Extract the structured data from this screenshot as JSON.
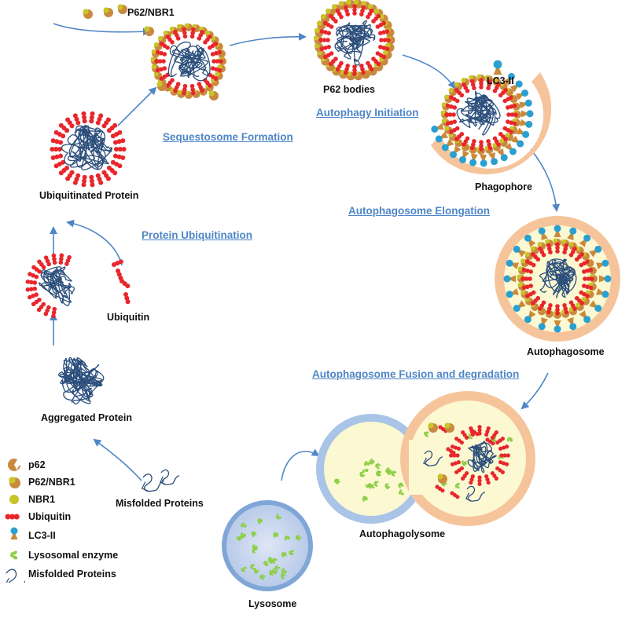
{
  "labels": {
    "p62_nbr1_top": "P62/NBR1",
    "p62_bodies": "P62 bodies",
    "lc3_ii_top": "LC3-II",
    "phagophore": "Phagophore",
    "ubiquitinated_protein": "Ubiquitinated Protein",
    "ubiquitin": "Ubiquitin",
    "aggregated_protein": "Aggregated Protein",
    "misfolded_proteins": "Misfolded Proteins",
    "autophagosome": "Autophagosome",
    "autophagolysome": "Autophagolysome",
    "lysosome": "Lysosome"
  },
  "steps": {
    "sequestosome_formation": "Sequestosome Formation",
    "autophagy_initiation": "Autophagy Initiation",
    "protein_ubiquitination": "Protein Ubiquitination",
    "autophagosome_elongation": "Autophagosome Elongation",
    "autophagosome_fusion": "Autophagosome Fusion and degradation"
  },
  "legend": [
    {
      "icon": "p62-icon",
      "label": "p62"
    },
    {
      "icon": "p62-nbr1-icon",
      "label": "P62/NBR1"
    },
    {
      "icon": "nbr1-icon",
      "label": "NBR1"
    },
    {
      "icon": "ubiquitin-icon",
      "label": "Ubiquitin"
    },
    {
      "icon": "lc3-ii-icon",
      "label": "LC3-II"
    },
    {
      "icon": "lysosomal-enzyme-icon",
      "label": "Lysosomal enzyme"
    },
    {
      "icon": "misfolded-protein-icon",
      "label": "Misfolded Proteins"
    }
  ],
  "colors": {
    "arrow": "#4f86c6",
    "step_text": "#4f86c6",
    "ubiquitin": "#e8262b",
    "protein": "#2c4f7c",
    "p62": "#c9893e",
    "nbr1": "#c9c428",
    "lc3_head": "#2aa0d0",
    "membrane": "#f6c49a",
    "lumen": "#fbf8d2",
    "lysosome_rim": "#7fa6d6",
    "lysosome_fill": "#c9d7ee",
    "enzyme": "#8ccf45"
  }
}
